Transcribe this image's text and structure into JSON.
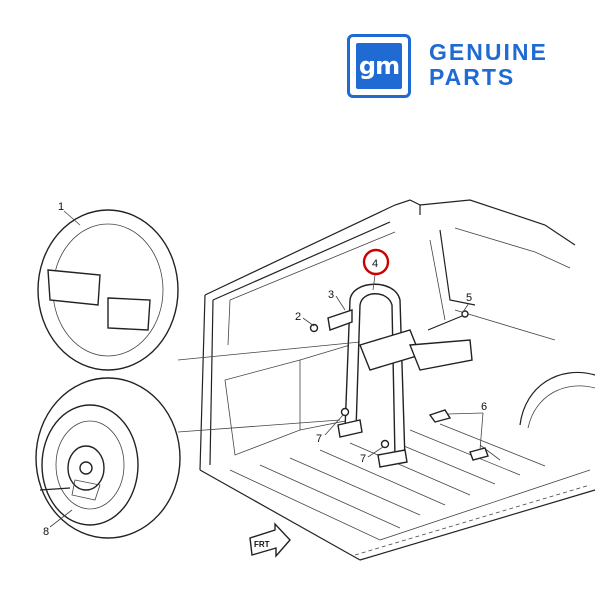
{
  "brand": {
    "logo_mark": "gm",
    "line1": "GENUINE",
    "line2": "PARTS",
    "color": "#1f6bd3"
  },
  "callouts": [
    {
      "id": "1",
      "label": "1"
    },
    {
      "id": "2",
      "label": "2"
    },
    {
      "id": "3",
      "label": "3"
    },
    {
      "id": "4",
      "label": "4"
    },
    {
      "id": "5",
      "label": "5"
    },
    {
      "id": "6",
      "label": "6"
    },
    {
      "id": "7a",
      "label": "7"
    },
    {
      "id": "7b",
      "label": "7"
    },
    {
      "id": "8",
      "label": "8"
    }
  ],
  "highlight": {
    "callout": "4",
    "color": "#cc0000"
  },
  "front_arrow": {
    "label": "FRT"
  }
}
